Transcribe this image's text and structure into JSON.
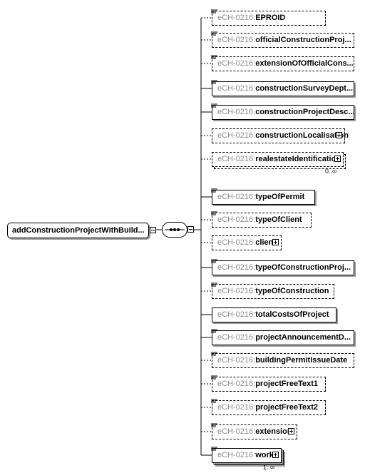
{
  "namespace_prefix": "eCH-0216:",
  "root": {
    "label": "addConstructionProjectWithBuild..."
  },
  "compositor": {
    "type": "sequence"
  },
  "elements": [
    {
      "name": "EPROID",
      "optional": true,
      "expandable": false,
      "documented": true
    },
    {
      "name": "officialConstructionProj...",
      "optional": true,
      "expandable": false,
      "documented": true
    },
    {
      "name": "extensionOfOfficialCons...",
      "optional": true,
      "expandable": false,
      "documented": true
    },
    {
      "name": "constructionSurveyDept...",
      "optional": false,
      "expandable": false,
      "documented": true
    },
    {
      "name": "constructionProjectDesc...",
      "optional": false,
      "expandable": false,
      "documented": true
    },
    {
      "name": "constructionLocalisation",
      "optional": true,
      "expandable": true,
      "documented": false
    },
    {
      "name": "realestateIdentification",
      "optional": true,
      "expandable": true,
      "documented": false,
      "stacked": true,
      "cardinality": "0..∞"
    },
    {
      "name": "typeOfPermit",
      "optional": false,
      "expandable": false,
      "documented": true
    },
    {
      "name": "typeOfClient",
      "optional": true,
      "expandable": false,
      "documented": true
    },
    {
      "name": "client",
      "optional": true,
      "expandable": true,
      "documented": false
    },
    {
      "name": "typeOfConstructionProj...",
      "optional": false,
      "expandable": false,
      "documented": true
    },
    {
      "name": "typeOfConstruction",
      "optional": true,
      "expandable": false,
      "documented": true
    },
    {
      "name": "totalCostsOfProject",
      "optional": false,
      "expandable": false,
      "documented": false
    },
    {
      "name": "projectAnnouncementD...",
      "optional": false,
      "expandable": false,
      "documented": true
    },
    {
      "name": "buildingPermitIssueDate",
      "optional": true,
      "expandable": false,
      "documented": true
    },
    {
      "name": "projectFreeText1",
      "optional": true,
      "expandable": false,
      "documented": true
    },
    {
      "name": "projectFreeText2",
      "optional": true,
      "expandable": false,
      "documented": true
    },
    {
      "name": "extension",
      "optional": true,
      "expandable": true,
      "documented": true
    },
    {
      "name": "work",
      "optional": false,
      "expandable": true,
      "documented": true,
      "stacked": true,
      "cardinality": "1..∞"
    }
  ]
}
